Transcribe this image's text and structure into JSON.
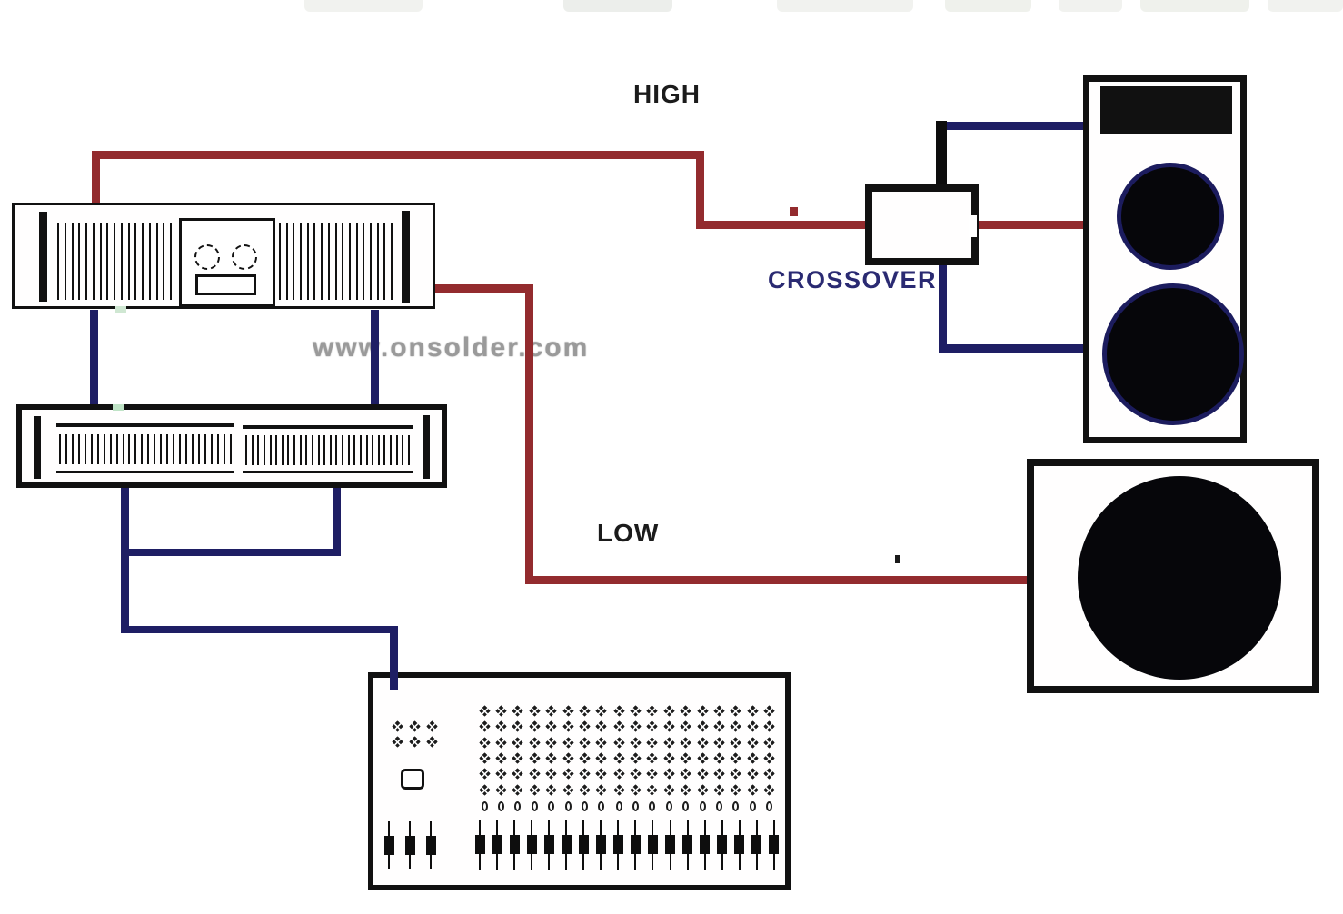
{
  "labels": {
    "high": "HIGH",
    "low": "LOW",
    "crossover": "CROSSOVER"
  },
  "watermark": "www.onsolder.com",
  "colors": {
    "background": "#ffffff",
    "wire_red": "#932b2e",
    "wire_navy": "#1e1e64",
    "wire_black": "#0d0d0d",
    "outline": "#111111",
    "speaker_ring": "#1c1c5e",
    "label_black": "#1b1b1b",
    "label_navy": "#2a2a72",
    "watermark_gray": "#9a9a9a"
  },
  "devices": {
    "amplifier_1": {
      "vent_slats_per_side": 17,
      "dashed_knobs": 2
    },
    "amplifier_2": {
      "slat_groups": 2,
      "slats_per_group": 28
    },
    "crossover": {
      "inputs": 1,
      "outputs": 3
    },
    "full_range_speaker": {
      "drivers": 2,
      "horn_ports": 1
    },
    "subwoofer": {
      "drivers": 1
    },
    "mixing_console": {
      "aux_knob_rows": 2,
      "aux_knob_cols": 3,
      "grid_rows": 6,
      "grid_groups": [
        8,
        5,
        5
      ],
      "oval_groups": [
        8,
        5,
        5
      ],
      "left_faders": 3,
      "right_faders": 18
    }
  }
}
